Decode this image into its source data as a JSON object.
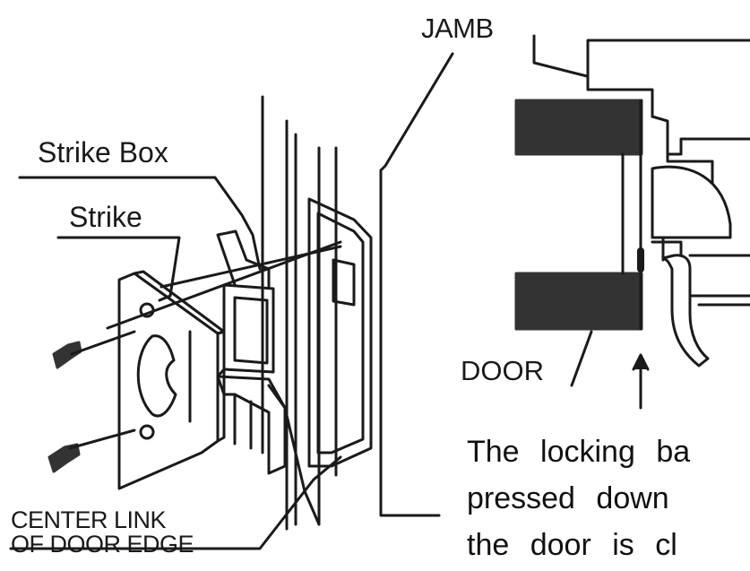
{
  "labels": {
    "jamb": "JAMB",
    "strike_box": "Strike Box",
    "strike": "Strike",
    "door": "DOOR",
    "center_link_line1": "CENTER LINK",
    "center_link_line2": "OF DOOR EDGE"
  },
  "caption": {
    "line1": "The locking ba",
    "line2": "pressed down",
    "line3": "the door is cl"
  },
  "colors": {
    "ink": "#1a1a1a",
    "fill_dark": "#333333",
    "background": "#ffffff"
  }
}
